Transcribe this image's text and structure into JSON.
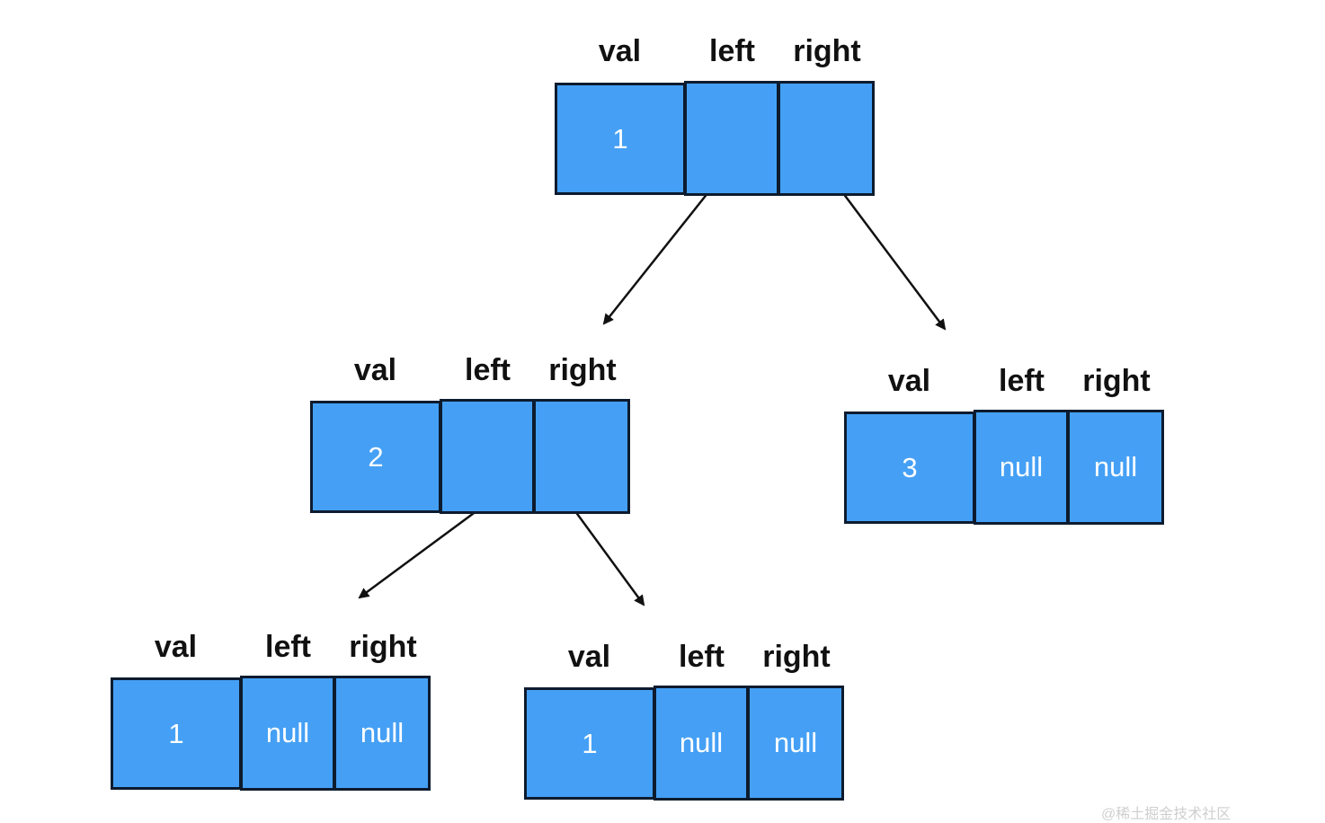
{
  "header_labels": {
    "val": "val",
    "left": "left",
    "right": "right"
  },
  "colors": {
    "cell_fill": "#45a0f5",
    "cell_border": "#0d1b2e",
    "text": "#ffffff",
    "arrow": "#111111"
  },
  "nodes": {
    "root": {
      "val": "1",
      "left": "",
      "right": ""
    },
    "n2": {
      "val": "2",
      "left": "",
      "right": ""
    },
    "n3": {
      "val": "3",
      "left": "null",
      "right": "null"
    },
    "n2l": {
      "val": "1",
      "left": "null",
      "right": "null"
    },
    "n2r": {
      "val": "1",
      "left": "null",
      "right": "null"
    }
  },
  "edges": [
    {
      "from": "root.left",
      "to": "n2"
    },
    {
      "from": "root.right",
      "to": "n3"
    },
    {
      "from": "n2.left",
      "to": "n2l"
    },
    {
      "from": "n2.right",
      "to": "n2r"
    }
  ],
  "watermark": "@稀土掘金技术社区"
}
